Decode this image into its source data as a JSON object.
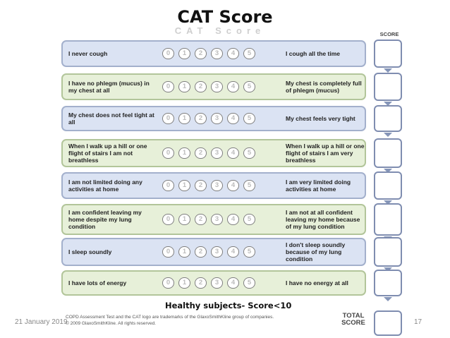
{
  "title": "CAT Score",
  "ghost_title": "CAT Score",
  "score_header": "SCORE",
  "scale": [
    "0",
    "1",
    "2",
    "3",
    "4",
    "5"
  ],
  "items": [
    {
      "left": "I never cough",
      "right": "I cough all the time",
      "style": "blue"
    },
    {
      "left": "I have no phlegm (mucus) in my chest at all",
      "right": "My chest is completely full of phlegm (mucus)",
      "style": "green"
    },
    {
      "left": "My chest does not feel tight at all",
      "right": "My chest feels very tight",
      "style": "blue"
    },
    {
      "left": "When I walk up a hill or one flight of stairs I am not breathless",
      "right": "When I walk up a hill or one flight of stairs I am very breathless",
      "style": "green"
    },
    {
      "left": "I am not limited doing any activities at home",
      "right": "I am very limited doing activities at home",
      "style": "blue"
    },
    {
      "left": "I am confident leaving my home despite my lung condition",
      "right": "I am not at all confident leaving my home because of my lung condition",
      "style": "green"
    },
    {
      "left": "I sleep soundly",
      "right": "I don't sleep soundly because of my lung condition",
      "style": "blue"
    },
    {
      "left": "I have lots of energy",
      "right": "I have no energy at all",
      "style": "green"
    }
  ],
  "total_score_label": "TOTAL SCORE",
  "footer_line1": "COPD Assessment Test and the CAT logo are trademarks of the GlaxoSmithKline group of companies.",
  "footer_line2": "© 2009 GlaxoSmithKline. All rights reserved.",
  "callout": "Healthy subjects- Score<10",
  "date": "21 January 2019",
  "page_number": "17",
  "colors": {
    "blue_row": "#dbe3f3",
    "green_row": "#e7f0d9",
    "border": "#a3b0cc"
  }
}
